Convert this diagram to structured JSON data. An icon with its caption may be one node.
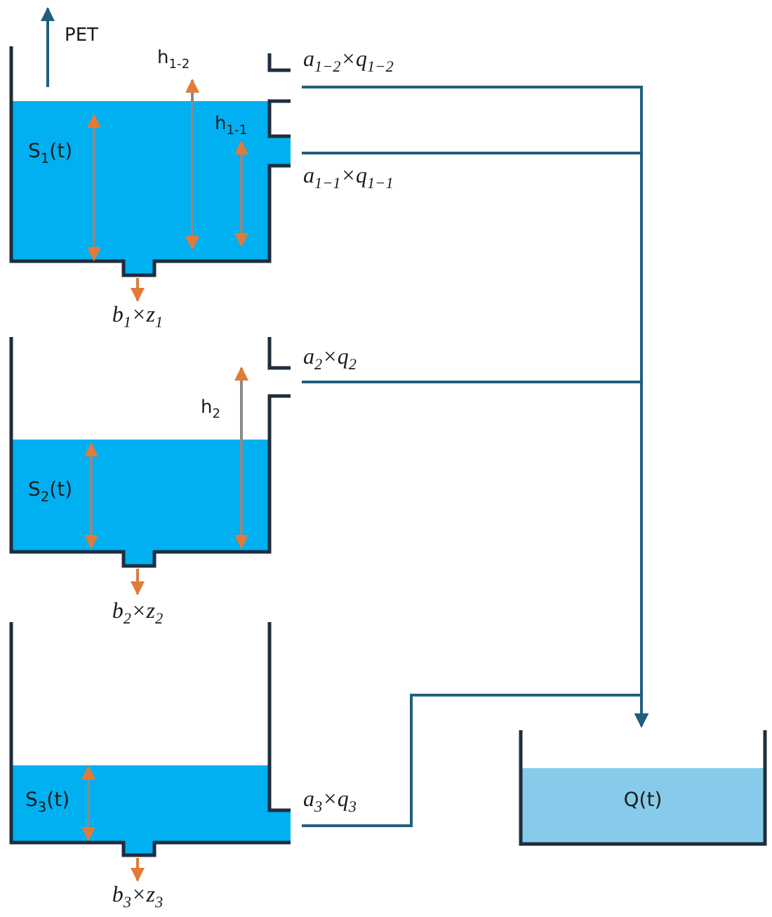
{
  "diagram": {
    "nodes": [
      {
        "text": [
          "S$_{1}$(t)"
        ]
      },
      {
        "text": [
          "S$_{2}$(t)"
        ]
      },
      {
        "text": [
          "S$_{3}$(t)"
        ]
      },
      {
        "text": [
          "Q(t)"
        ]
      }
    ],
    "edges": [
      {
        "from": 0,
        "to": 3,
        "arrow": "to",
        "label": "a$_{1−2}$×q$_{1−2}$"
      },
      {
        "from": 0,
        "to": 3,
        "arrow": "to",
        "label": "a$_{1−1}$×q$_{1−1}$"
      },
      {
        "from": 1,
        "to": 3,
        "arrow": "to",
        "label": "a$_{2}$×q$_{2}$"
      },
      {
        "from": 2,
        "to": 3,
        "arrow": "to",
        "label": "a$_{3}$×q$_{3}$"
      },
      {
        "from": 0,
        "to": null,
        "arrow": "to",
        "label": "PET"
      },
      {
        "from": 0,
        "to": null,
        "arrow": "to",
        "label": "b$_{1}$×z$_{1}$",
        "color": "#e07b39"
      },
      {
        "from": 1,
        "to": null,
        "arrow": "to",
        "label": "b$_{2}$×z$_{2}$",
        "color": "#e07b39"
      },
      {
        "from": 2,
        "to": null,
        "arrow": "to",
        "label": "b$_{3}$×z$_{3}$",
        "color": "#e07b39"
      }
    ],
    "labels": [
      "h$_{1-2}$",
      "h$_{1-1}$",
      "h$_{2}$"
    ]
  }
}
